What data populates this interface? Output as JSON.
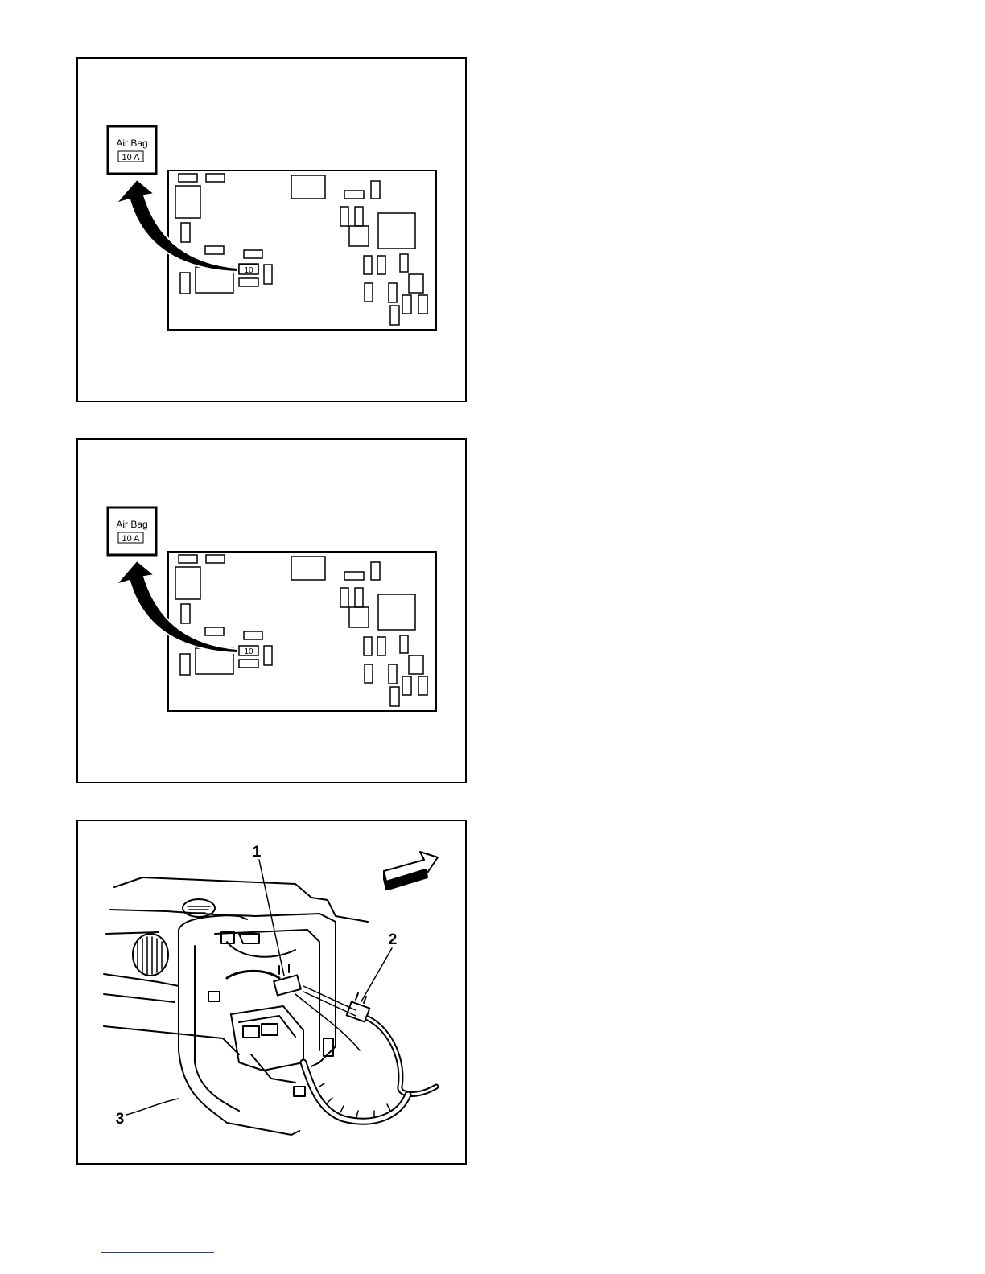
{
  "figures": [
    {
      "label_title": "Air Bag",
      "label_rating": "10 A",
      "fuse_number": "10"
    },
    {
      "label_title": "Air Bag",
      "label_rating": "10 A",
      "fuse_number": "10"
    },
    {
      "callouts": [
        "1",
        "2",
        "3"
      ]
    }
  ]
}
